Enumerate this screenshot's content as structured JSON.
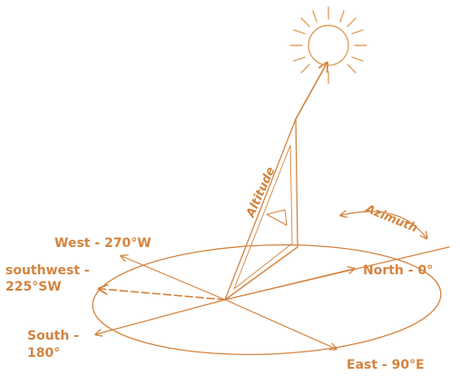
{
  "colors": {
    "line": "#d4843f",
    "text": "#d4843f",
    "sun": "#e0a060"
  },
  "labels": {
    "west": "West - 270°W",
    "southwest_line1": "southwest -",
    "southwest_line2": "225°SW",
    "north": "North - 0°",
    "south_line1": "South -",
    "south_line2": "180°",
    "east": "East - 90°E",
    "altitude": "Altitude",
    "azimuth": "Azimuth"
  },
  "icons": {
    "sun": "sun-icon"
  }
}
